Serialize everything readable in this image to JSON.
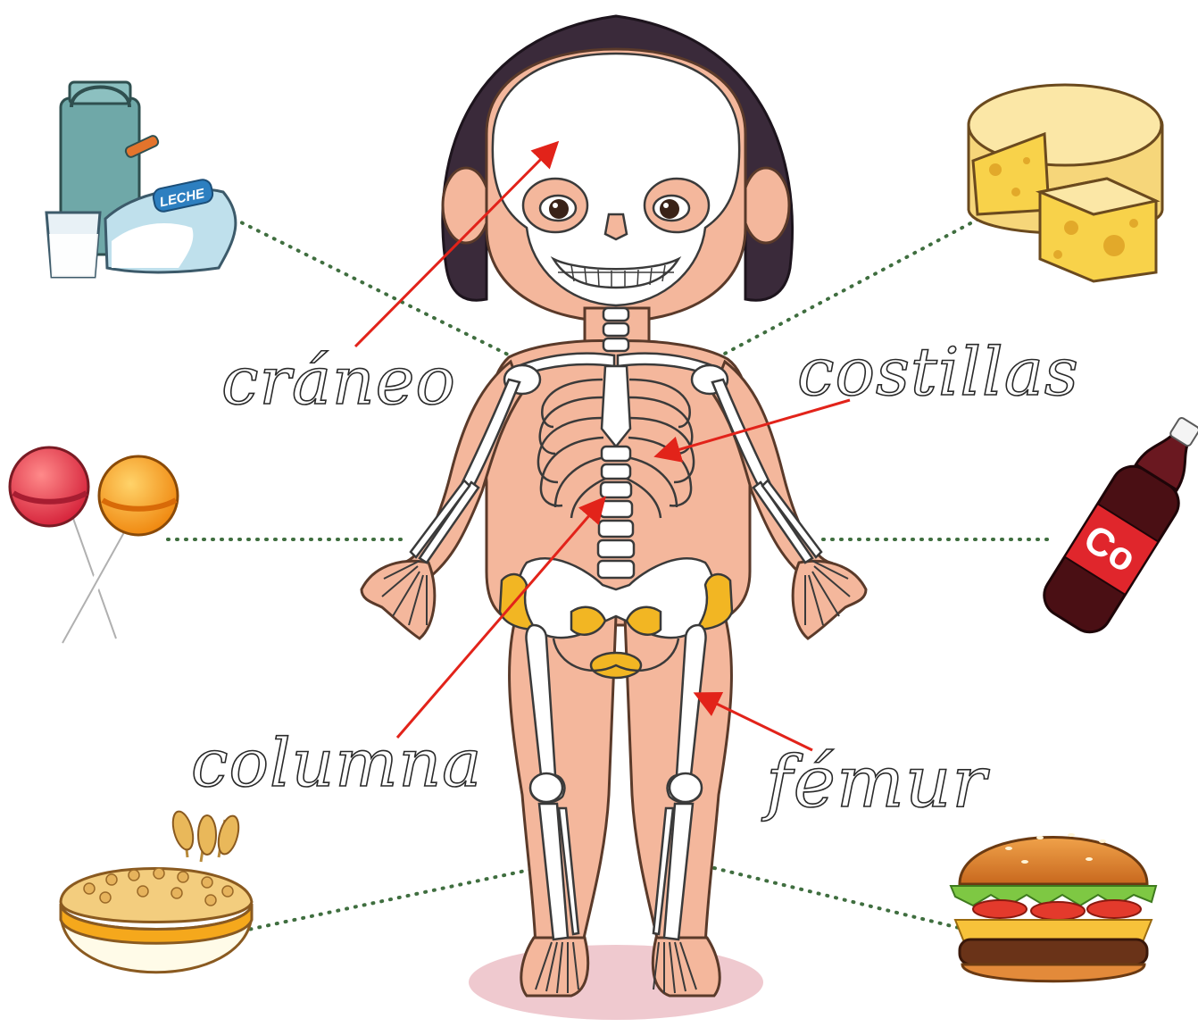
{
  "labels": {
    "craneo": "cráneo",
    "costillas": "costillas",
    "columna": "columna",
    "femur": "fémur"
  },
  "food_text": {
    "milk_carton": "LECHE",
    "soda_bottle": "Co"
  },
  "colors": {
    "arrow": "#e2231a",
    "dotted_line": "#3f6e3f",
    "skin": "#f4b79c",
    "bone": "#ffffff",
    "hair": "#3a2a3a",
    "pelvis_cartilage": "#f2b623"
  }
}
